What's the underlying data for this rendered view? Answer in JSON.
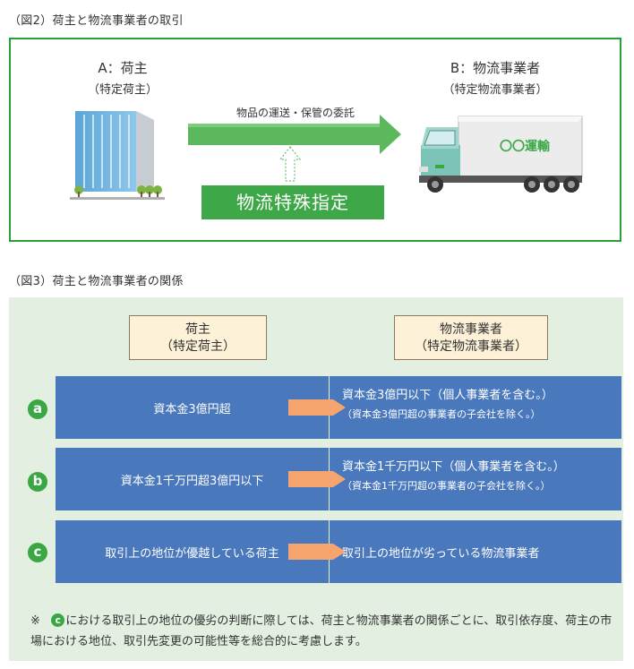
{
  "fig2": {
    "caption": "（図2）荷主と物流事業者の取引",
    "shipper": {
      "title": "A：荷主",
      "sub": "（特定荷主）"
    },
    "carrier": {
      "title": "B：物流事業者",
      "sub": "（特定物流事業者）",
      "truck_text": "〇〇運輸"
    },
    "arrow_label": "物品の運送・保管の委託",
    "special_box": "物流特殊指定",
    "colors": {
      "green": "#2aa136",
      "box_green": "#3ea748",
      "arrow_green": "#5cb85c"
    }
  },
  "fig3": {
    "caption": "（図3）荷主と物流事業者の関係",
    "header_left": {
      "line1": "荷主",
      "line2": "（特定荷主）"
    },
    "header_right": {
      "line1": "物流事業者",
      "line2": "（特定物流事業者）"
    },
    "rows": [
      {
        "badge": "a",
        "left": "資本金3億円超",
        "right_main": "資本金3億円以下（個人事業者を含む。）",
        "right_sub": "（資本金3億円超の事業者の子会社を除く。）"
      },
      {
        "badge": "b",
        "left": "資本金1千万円超3億円以下",
        "right_main": "資本金1千万円以下（個人事業者を含む。）",
        "right_sub": "（資本金1千万円超の事業者の子会社を除く。）"
      },
      {
        "badge": "c",
        "left": "取引上の地位が優越している荷主",
        "right_main": "取引上の地位が劣っている物流事業者"
      }
    ],
    "note": {
      "mark": "※",
      "badge": "c",
      "text": "における取引上の地位の優劣の判断に際しては、荷主と物流事業者の関係ごとに、取引依存度、荷主の市場における地位、取引先変更の可能性等を総合的に考慮します。"
    },
    "colors": {
      "background": "#e2efe1",
      "row_blue": "#4a78bd",
      "header_fill": "#fdf1d7",
      "badge_green": "#3aa744",
      "arrow_orange": "#f7a56e"
    }
  }
}
